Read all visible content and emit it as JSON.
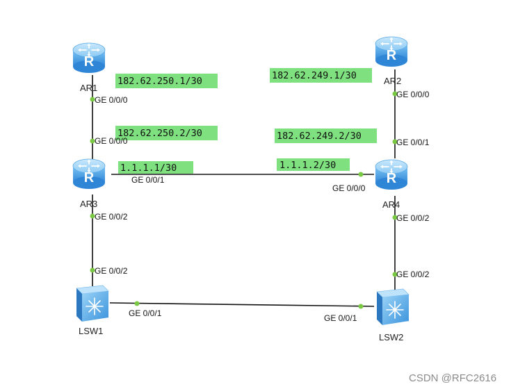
{
  "colors": {
    "ip_highlight": "#7ee07e",
    "port_dot": "#7ac943",
    "link": "#111111",
    "router_body": "#4aa3e8",
    "switch_body": "#5bb0ea"
  },
  "devices": {
    "ar1": {
      "label": "AR1",
      "icon": "router-icon"
    },
    "ar2": {
      "label": "AR2",
      "icon": "router-icon"
    },
    "ar3": {
      "label": "AR3",
      "icon": "router-icon"
    },
    "ar4": {
      "label": "AR4",
      "icon": "router-icon"
    },
    "lsw1": {
      "label": "LSW1",
      "icon": "switch-icon"
    },
    "lsw2": {
      "label": "LSW2",
      "icon": "switch-icon"
    }
  },
  "ports": {
    "ar1_ge000": "GE 0/0/0",
    "ar3_ge000": "GE 0/0/0",
    "ar3_ge001": "GE 0/0/1",
    "ar3_ge002": "GE 0/0/2",
    "ar2_ge000": "GE 0/0/0",
    "ar4_ge001": "GE 0/0/1",
    "ar4_ge000": "GE 0/0/0",
    "ar4_ge002": "GE 0/0/2",
    "lsw1_ge002": "GE 0/0/2",
    "lsw1_ge001": "GE 0/0/1",
    "lsw2_ge002": "GE 0/0/2",
    "lsw2_ge001": "GE 0/0/1"
  },
  "ips": {
    "ar1": "182.62.250.1/30",
    "ar3_up": "182.62.250.2/30",
    "ar2": "182.62.249.1/30",
    "ar4_up": "182.62.249.2/30",
    "ar3_link": "1.1.1.1/30",
    "ar4_link": "1.1.1.2/30"
  },
  "watermark": "CSDN @RFC2616"
}
